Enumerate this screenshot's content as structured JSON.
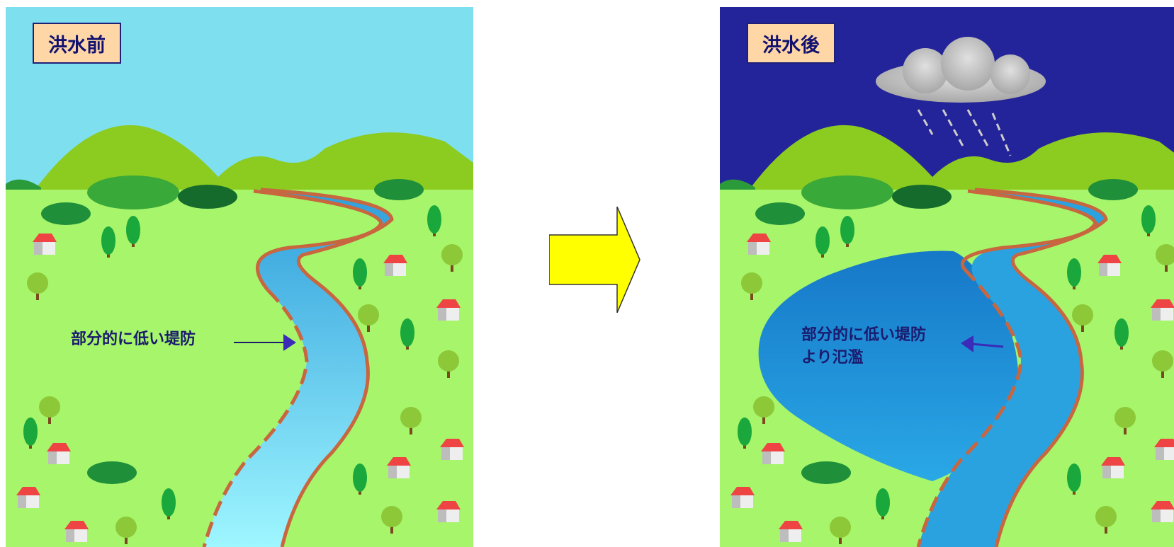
{
  "panels": {
    "before": {
      "title": "洪水前",
      "annotation": "部分的に低い堤防"
    },
    "after": {
      "title": "洪水後",
      "annotation_line1": "部分的に低い堤防",
      "annotation_line2": "より氾濫"
    }
  },
  "colors": {
    "sky_before": "#7ee0ee",
    "sky_after": "#24249a",
    "ground": "#a6f56a",
    "hills": "#8ccb20",
    "river": "#3aa8e0",
    "levee": "#c8663f",
    "flood_water": "#1a8ad0",
    "label_box": "#ffd7a6",
    "arrow_fill": "#ffff00"
  },
  "icons": [
    "tree-icon",
    "house-icon",
    "bush-icon",
    "rain-cloud-icon",
    "right-arrow-icon"
  ]
}
